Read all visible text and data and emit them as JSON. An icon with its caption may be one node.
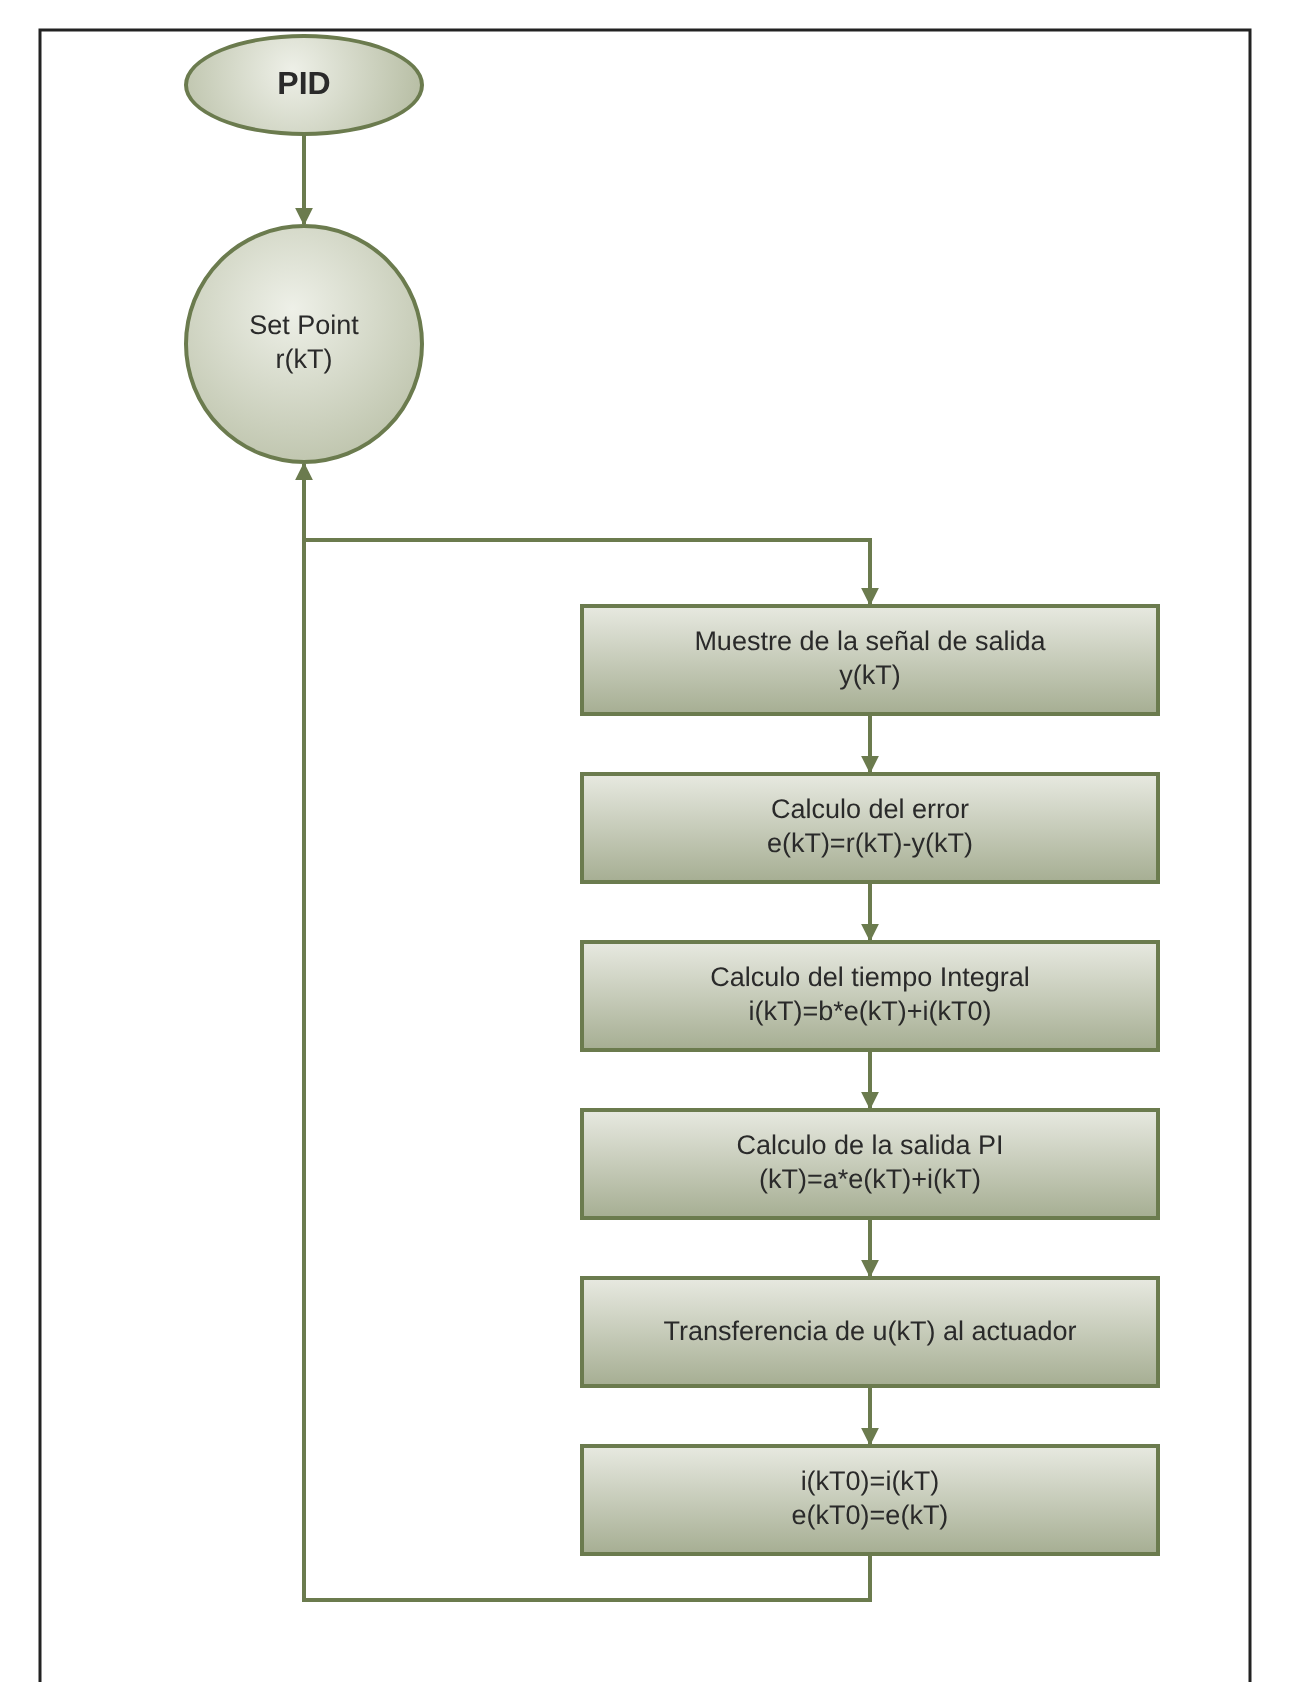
{
  "diagram": {
    "nodes": [
      {
        "text": [
          "PID"
        ]
      },
      {
        "text": [
          "Set Point r(kT)"
        ]
      },
      {
        "text": [
          "Muestre de la señal de salida",
          "y(kT)"
        ]
      },
      {
        "text": [
          "Calculo del error",
          "e(kT)=r(kT)-y(kT)"
        ]
      },
      {
        "text": [
          "Calculo del tiempo Integral",
          "i(kT)=b*e(kT)+i(kT0)"
        ]
      },
      {
        "text": [
          "Calculo de la salida PI",
          "(kT)=a*e(kT)+i(kT)"
        ]
      },
      {
        "text": [
          "Transferencia de u(kT) al actuador"
        ]
      },
      {
        "text": [
          "i(kT0)=i(kT)",
          "e(kT0)=e(kT)"
        ]
      }
    ],
    "edges": [
      {
        "from": 0,
        "to": 1,
        "arrow": "to"
      },
      {
        "from": 2,
        "to": 3,
        "arrow": "to"
      },
      {
        "from": 3,
        "to": 4,
        "arrow": "to"
      },
      {
        "from": 4,
        "to": 5,
        "arrow": "to"
      },
      {
        "from": 5,
        "to": 6,
        "arrow": "to"
      },
      {
        "from": 6,
        "to": 7,
        "arrow": "to"
      },
      {
        "from": 7,
        "to": 1,
        "arrow": "to"
      },
      {
        "from": 7,
        "to": 2,
        "arrow": "to"
      }
    ]
  }
}
